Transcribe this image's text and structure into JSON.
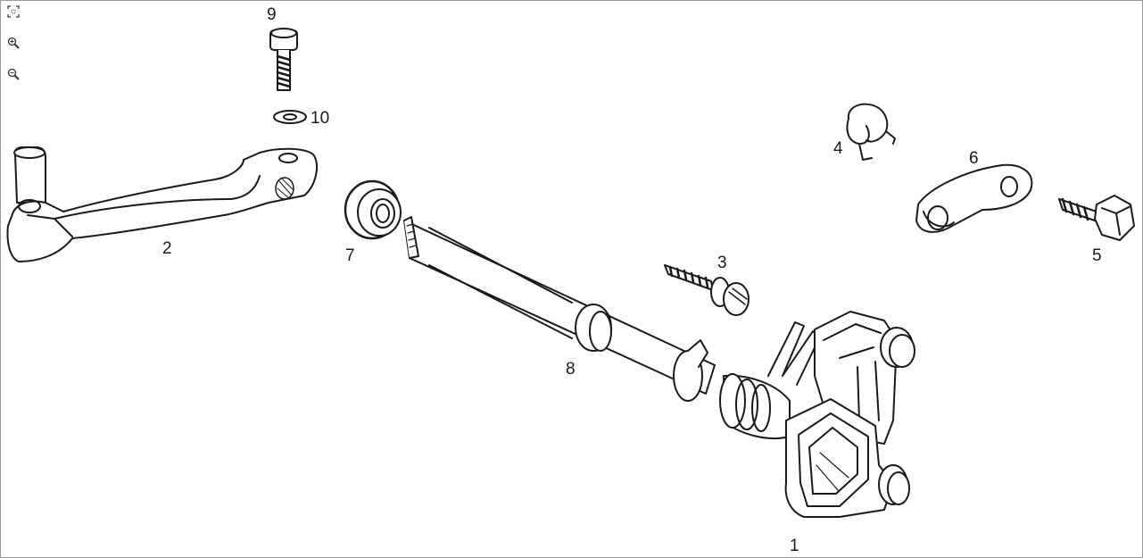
{
  "toolbar": {
    "icons": [
      "fit-to-screen-icon",
      "zoom-in-icon",
      "zoom-out-icon"
    ]
  },
  "diagram": {
    "callouts": [
      "1",
      "2",
      "3",
      "4",
      "5",
      "6",
      "7",
      "8",
      "9",
      "10"
    ]
  },
  "colors": {
    "line": "#1a1a1a",
    "background": "#ffffff",
    "frame": "#9a9a9a"
  }
}
